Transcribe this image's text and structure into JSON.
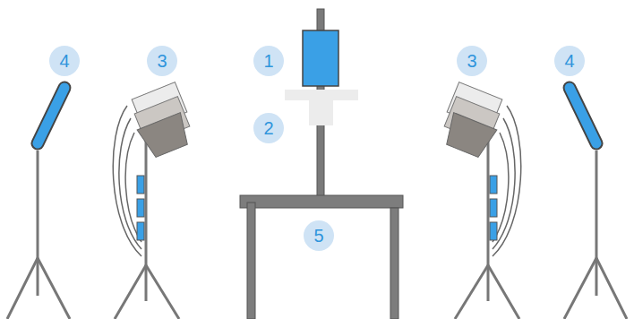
{
  "diagram": {
    "nodes": [
      {
        "text": [
          "4"
        ]
      },
      {
        "text": [
          "3"
        ]
      },
      {
        "text": [
          "1"
        ]
      },
      {
        "text": [
          "3"
        ]
      },
      {
        "text": [
          "4"
        ]
      },
      {
        "text": [
          "2"
        ]
      },
      {
        "text": [
          "5"
        ]
      }
    ]
  }
}
